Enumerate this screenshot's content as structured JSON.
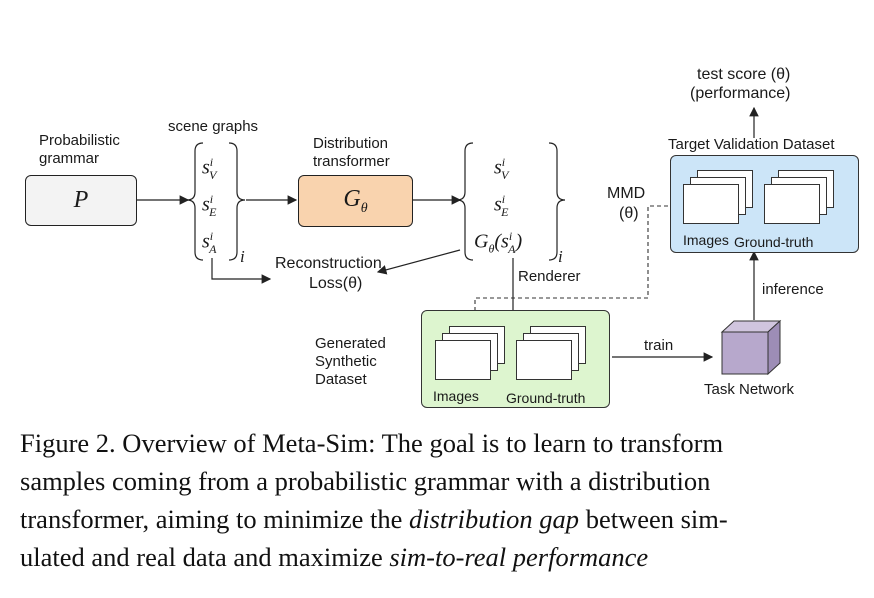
{
  "diagram": {
    "grammar_label_1": "Probabilistic",
    "grammar_label_2": "grammar",
    "grammar_symbol": "P",
    "scene_graphs_label": "scene graphs",
    "scene_items": [
      "s",
      "s",
      "s"
    ],
    "scene_subscripts": [
      "V",
      "E",
      "A"
    ],
    "sup_i": "i",
    "outer_i": "i",
    "transformer_label_1": "Distribution",
    "transformer_label_2": "transformer",
    "transformer_symbol": "G",
    "transformer_sub": "θ",
    "output_item_3": "G",
    "output_item_3_rest": "(s",
    "output_item_3_close": ")",
    "recon_1": "Reconstruction",
    "recon_2": "Loss(θ)",
    "renderer": "Renderer",
    "mmd_1": "MMD",
    "mmd_2": "(θ)",
    "test_score_1": "test score (θ)",
    "test_score_2": "(performance)",
    "target_label": "Target Validation Dataset",
    "target_images": "Images",
    "target_gt": "Ground-truth",
    "inference": "inference",
    "generated_1": "Generated",
    "generated_2": "Synthetic",
    "generated_3": "Dataset",
    "gen_images": "Images",
    "gen_gt": "Ground-truth",
    "train": "train",
    "task_network": "Task Network",
    "colors": {
      "grammar_fill": "#f3f3f3",
      "transformer_fill": "#f9d3ae",
      "target_fill": "#cce5f8",
      "generated_fill": "#ddf5cf",
      "cube": "#b7a8cc"
    }
  },
  "caption": {
    "line1": "Figure 2. Overview of Meta-Sim: The goal is to learn to transform",
    "line2": "samples coming from a probabilistic grammar with a distribution",
    "line3a": "transformer, aiming to minimize the ",
    "line3b": "distribution gap",
    "line3c": " between sim-",
    "line4a": "ulated and real data and maximize ",
    "line4b": "sim-to-real performance"
  }
}
